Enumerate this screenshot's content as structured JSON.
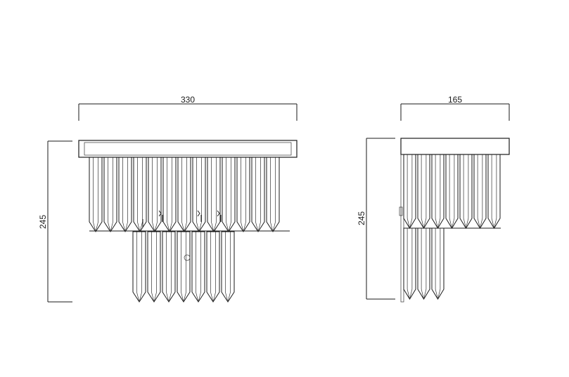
{
  "front_view": {
    "width_label": "330",
    "height_label": "245"
  },
  "side_view": {
    "width_label": "165",
    "height_label": "245"
  }
}
